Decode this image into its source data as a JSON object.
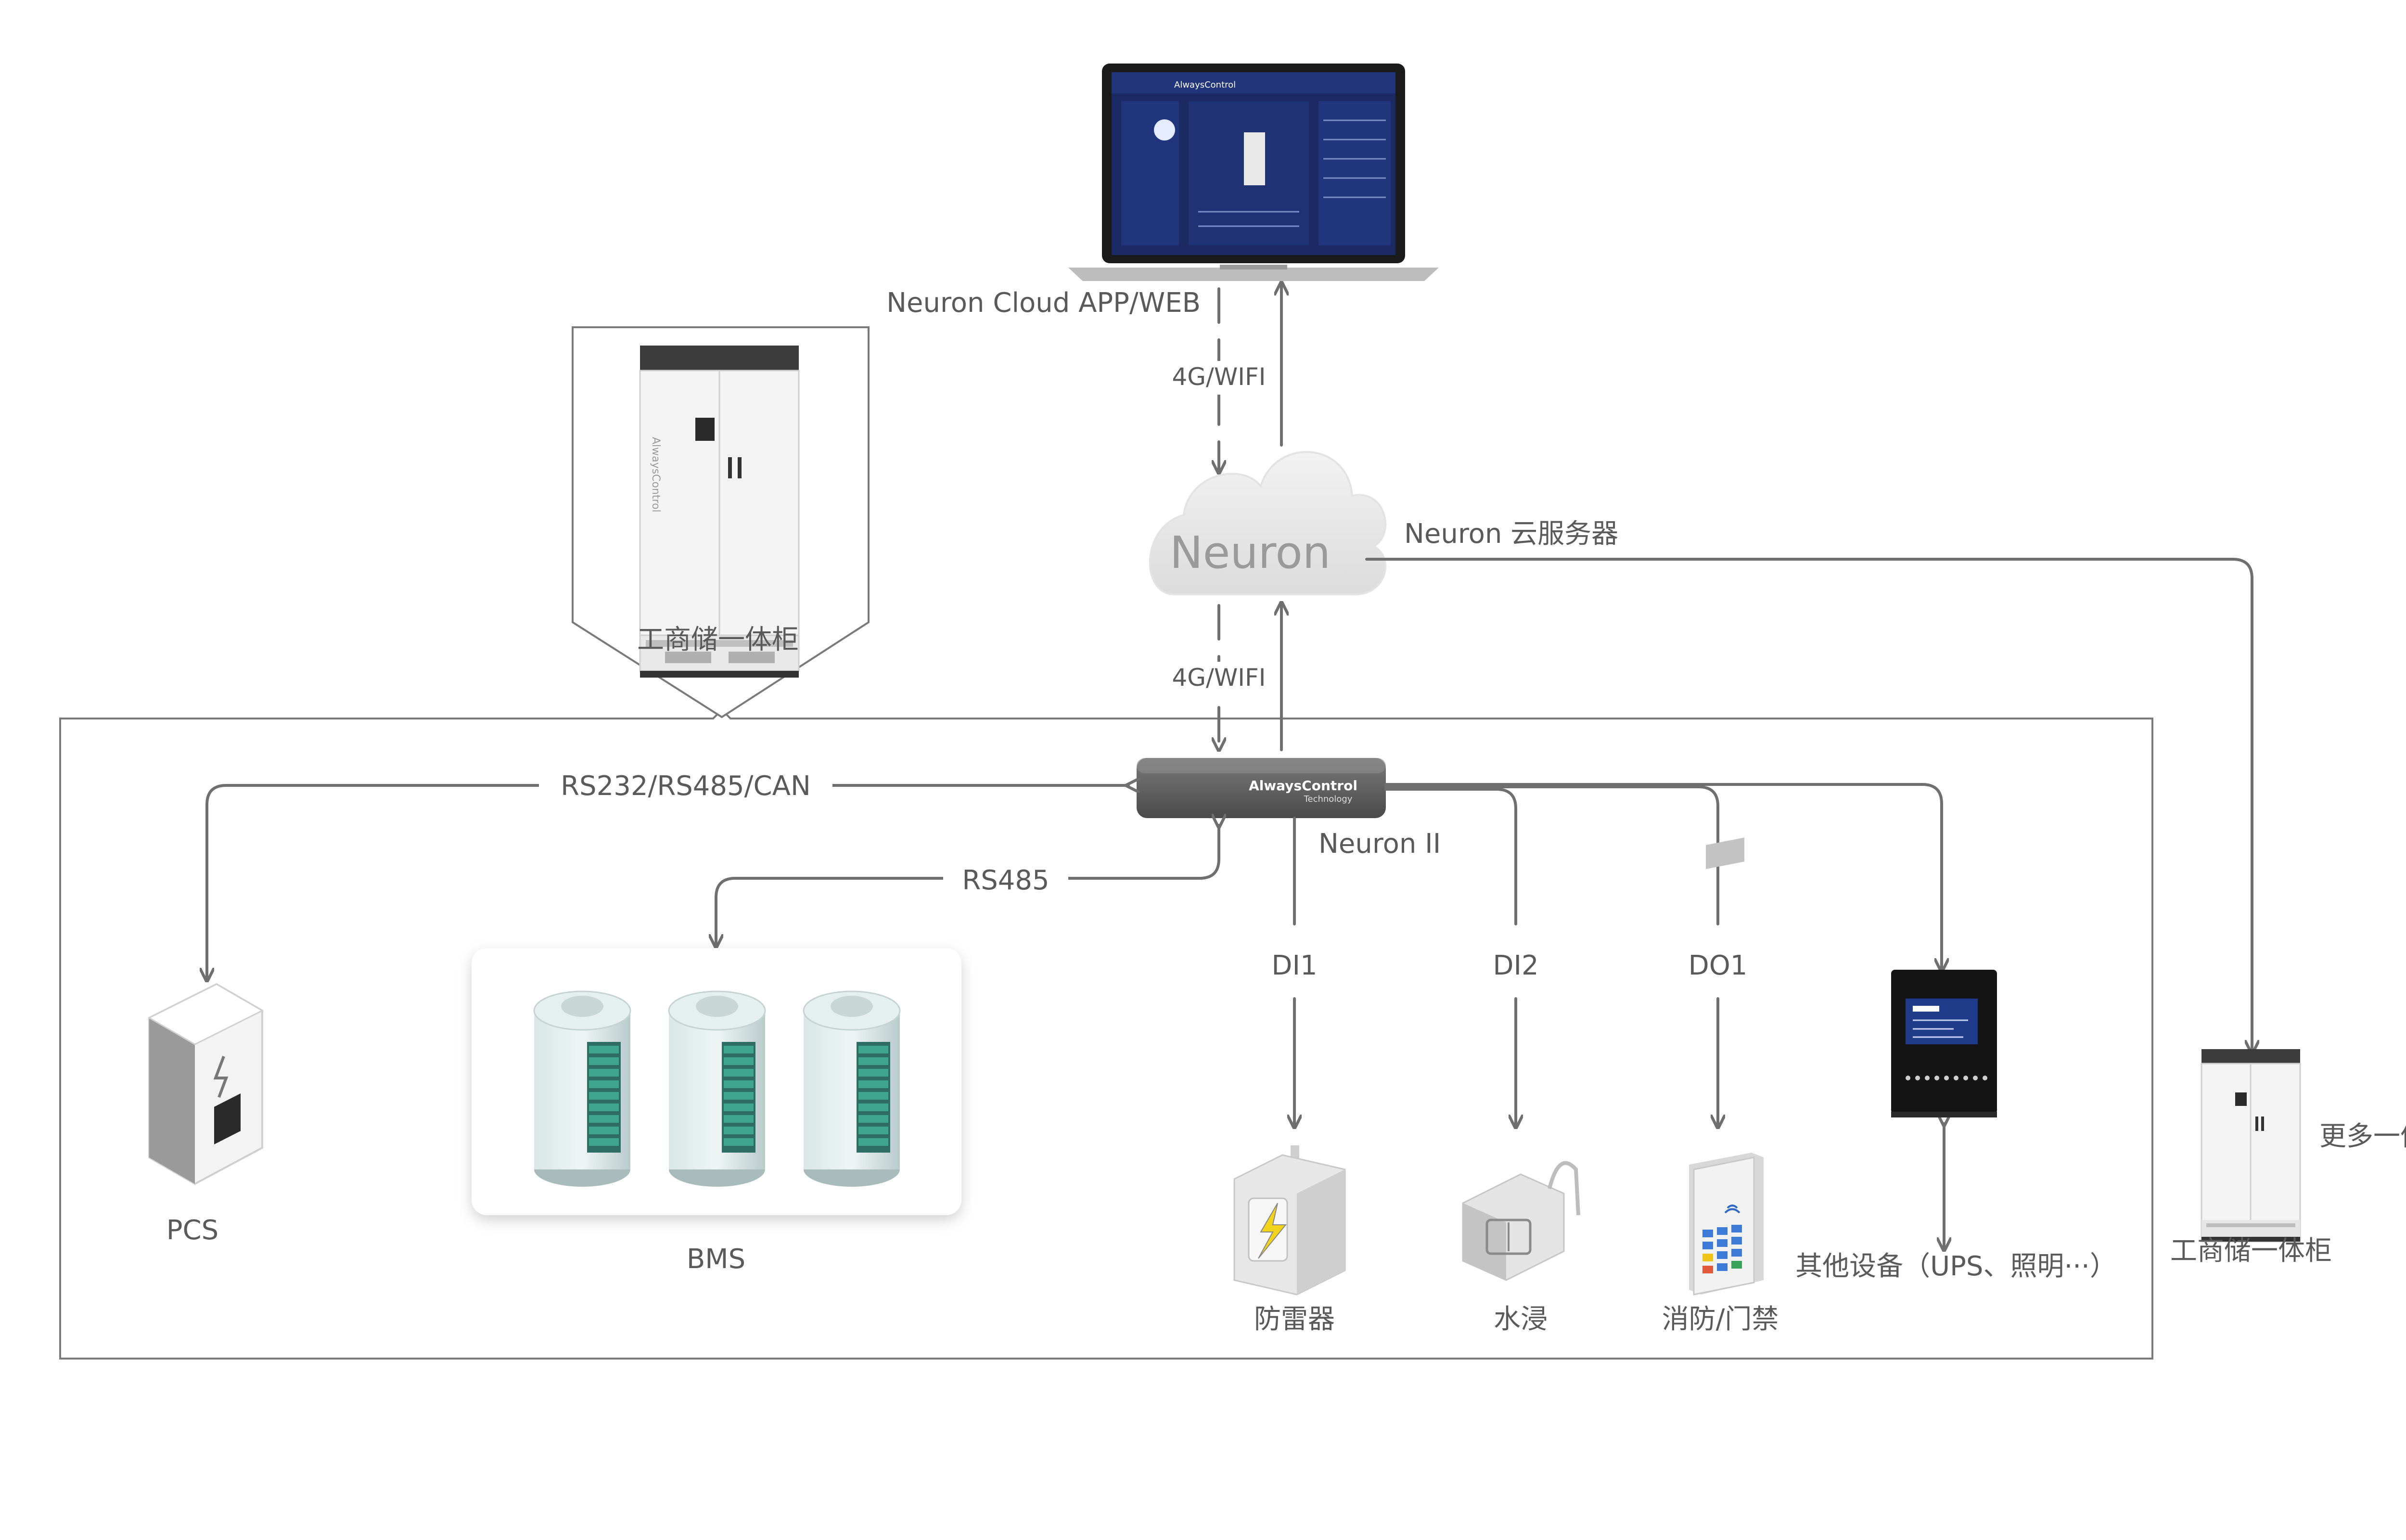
{
  "laptop": {
    "label": "Neuron Cloud APP/WEB",
    "screen_brand": "AlwaysControl"
  },
  "cloud": {
    "text": "Neuron",
    "label": "Neuron 云服务器"
  },
  "links": {
    "top_protocol": "4G/WIFI",
    "bottom_protocol": "4G/WIFI",
    "pcs_protocol": "RS232/RS485/CAN",
    "bms_protocol": "RS485"
  },
  "gateway": {
    "brand": "AlwaysControl",
    "sub": "Technology",
    "label": "Neuron II"
  },
  "cabinet_callout": {
    "label": "工商储一体柜"
  },
  "cabinet_brand": "AlwaysControl",
  "outside": {
    "more_label": "更多一体柜",
    "cabinet_label": "工商储一体柜"
  },
  "devices": {
    "pcs": "PCS",
    "bms": "BMS",
    "di1": "DI1",
    "di2": "DI2",
    "do1": "DO1",
    "surge": "防雷器",
    "water": "水浸",
    "fire": "消防/门禁",
    "other": "其他设备（UPS、照明···）"
  },
  "colors": {
    "line": "#6f6f6f",
    "cloud": "#e6e6e6",
    "battery_band": "#3fa58c",
    "laptop_screen": "#1b2a63"
  }
}
